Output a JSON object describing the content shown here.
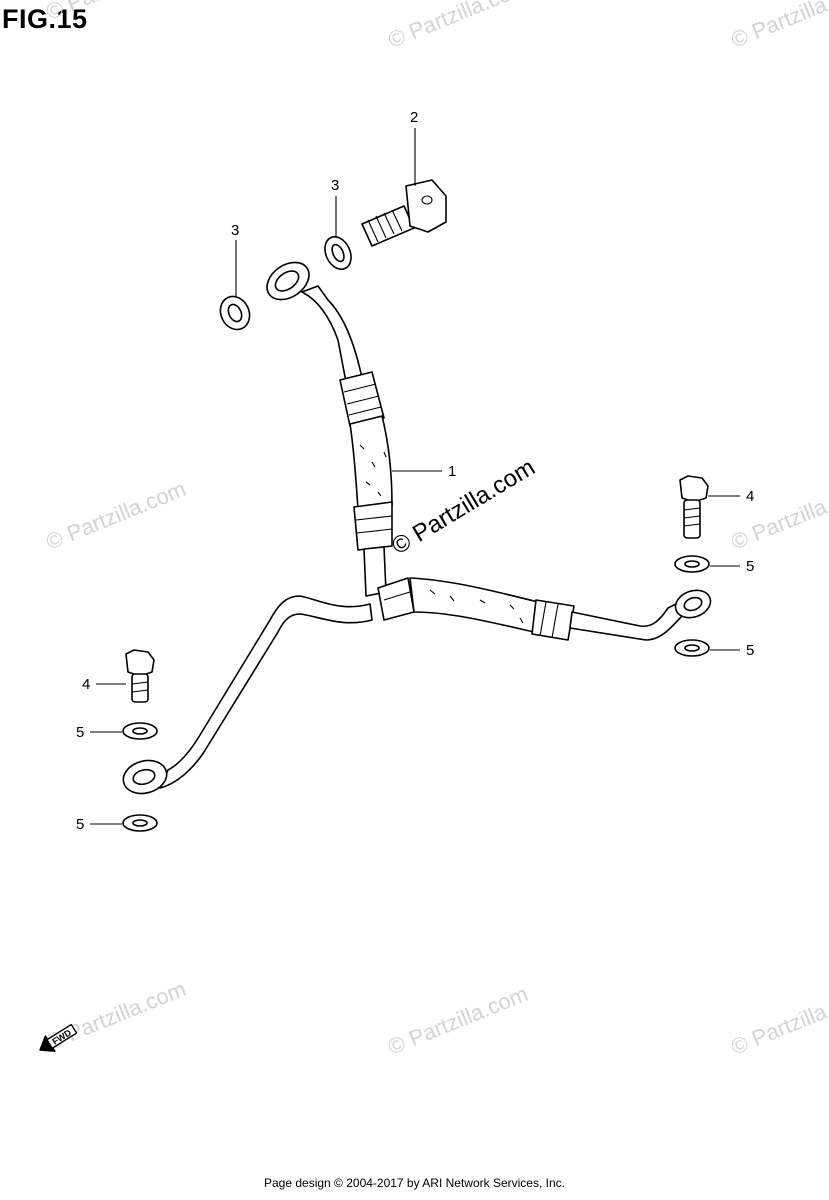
{
  "figure": {
    "title": "FIG.15"
  },
  "callouts": {
    "c1": "1",
    "c2": "2",
    "c3a": "3",
    "c3b": "3",
    "c4a": "4",
    "c4b": "4",
    "c5a": "5",
    "c5b": "5",
    "c5c": "5",
    "c5d": "5"
  },
  "fwd_label": "FWD",
  "watermark": {
    "main": "© Partzilla.com",
    "faint": "© Partzilla.com"
  },
  "footer": "Page design © 2004-2017 by ARI Network Services, Inc."
}
